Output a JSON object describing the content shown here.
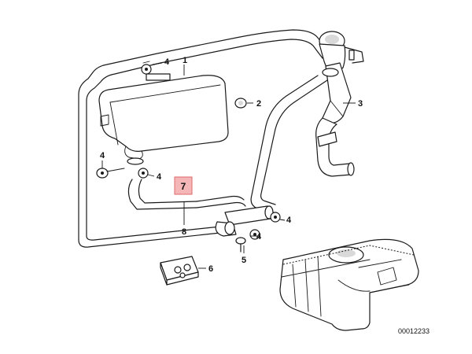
{
  "diagram": {
    "callouts": [
      {
        "id": "c1",
        "label": "1"
      },
      {
        "id": "c2",
        "label": "2"
      },
      {
        "id": "c3",
        "label": "3"
      },
      {
        "id": "c4a",
        "label": "4"
      },
      {
        "id": "c4b",
        "label": "4"
      },
      {
        "id": "c4c",
        "label": "4"
      },
      {
        "id": "c4d",
        "label": "4"
      },
      {
        "id": "c4e",
        "label": "4"
      },
      {
        "id": "c5",
        "label": "5"
      },
      {
        "id": "c6",
        "label": "6"
      },
      {
        "id": "c7",
        "label": "7"
      },
      {
        "id": "c8",
        "label": "8"
      }
    ],
    "reference_number": "00012233",
    "colors": {
      "line": "#1a1a1a",
      "highlight_fill": "#f4b6b6",
      "highlight_stroke": "#e06a6a",
      "background": "#ffffff"
    }
  }
}
